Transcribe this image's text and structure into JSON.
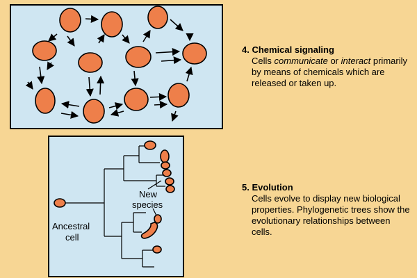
{
  "section4": {
    "heading": "4. Chemical signaling",
    "text_pre": "Cells ",
    "text_em1": "communicate",
    "text_mid": " or ",
    "text_em2": "interact",
    "text_post": " primarily by means of chemicals which are released or taken up."
  },
  "section5": {
    "heading": "5. Evolution",
    "text": "Cells evolve to display new biological properties.  Phylogenetic trees show the evolutionary relationships between cells."
  },
  "tree_labels": {
    "new_line1": "New",
    "new_line2": "species",
    "ancestral_line1": "Ancestral",
    "ancestral_line2": "cell"
  },
  "colors": {
    "background": "#f7d694",
    "panel": "#cfe6f2",
    "cell": "#ee7f4a"
  }
}
